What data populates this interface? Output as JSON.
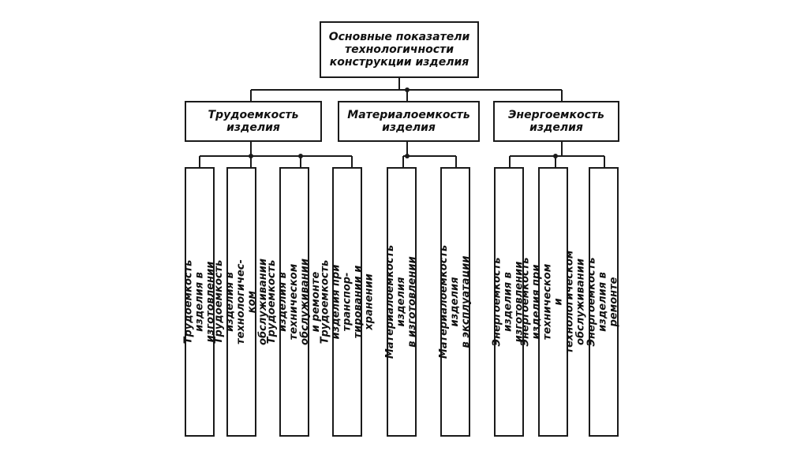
{
  "root": {
    "label": "Основные показатели технологичности конструкции изделия"
  },
  "categories": [
    {
      "label": "Трудоемкость изделия"
    },
    {
      "label": "Материалоемкость изделия"
    },
    {
      "label": "Энергоемкость изделия"
    }
  ],
  "leaves": [
    {
      "label": "Трудоемкость изделия в изготовлении"
    },
    {
      "label": "Трудоемкость изделия в технологичес-\nком обслуживании"
    },
    {
      "label": "Трудоемкость изделия в техническом\nобслуживании и ремонте"
    },
    {
      "label": "Трудоемкость изделия при транспор-\nтировании и хранении"
    },
    {
      "label": "Материалоемкость изделия\nв изготовлении"
    },
    {
      "label": "Материалоемкость изделия\nв эксплуатации"
    },
    {
      "label": "Энергоемкость изделия в изготовлении"
    },
    {
      "label": "Энергоемкость изделия при техническом\nи технологическом обслуживании"
    },
    {
      "label": "Энергоемкость изделия в ремонте"
    }
  ]
}
